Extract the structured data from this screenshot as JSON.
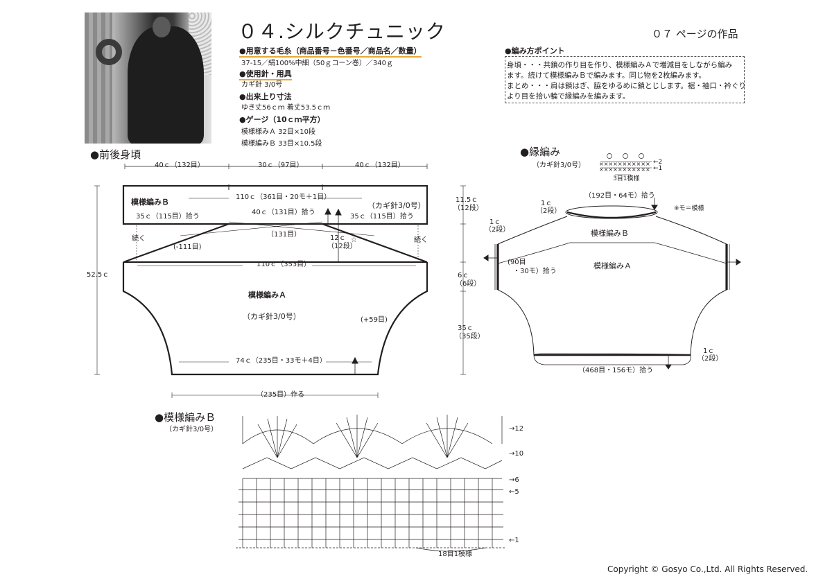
{
  "header": {
    "title": "０４.シルクチュニック",
    "page_ref": "０７ ページの作品"
  },
  "materials": {
    "yarn_heading": "●用意する毛糸（商品番号－色番号／商品名／数量）",
    "yarn_value": "37-15／絹100%中細（50ｇコーン巻）／340ｇ",
    "needle_heading": "●使用針・用具",
    "needle_value": "カギ針 3/0号",
    "size_heading": "●出来上り寸法",
    "size_value": "ゆき丈56ｃｍ 着丈53.5ｃｍ",
    "gauge_heading": "●ゲージ（10ｃｍ平方）",
    "gauge_a": "模様様みＡ 32目×10段",
    "gauge_b": "模様編みＢ 33目×10.5段"
  },
  "method": {
    "heading": "●編み方ポイント",
    "lines": [
      "身頃・・・共鎖の作り目を作り、模様編みＡで増減目をしながら編み",
      "ます。続けて模様編みＢで編みます。同じ物を2枚編みます。",
      "まとめ・・・肩は鎖はぎ、脇をゆるめに鎖とじします。裾・袖口・衿ぐり",
      "より目を拾い輪で縁編みを編みます。"
    ]
  },
  "body_diagram": {
    "heading": "●前後身頃",
    "top_left": "40ｃ（132目）",
    "top_mid": "30ｃ（97目）",
    "top_right": "40ｃ（132目）",
    "patB": "模様編みＢ",
    "width_top": "110ｃ（361目・20モ＋1目）",
    "hook_b": "（カギ針3/0号）",
    "pick_left": "35ｃ（115目）拾う",
    "pick_mid": "40ｃ（131目）拾う",
    "pick_right": "35ｃ（115目）拾う",
    "cont_left": "続く",
    "cont_right": "続く",
    "dec": "(-111目)",
    "center131": "（131目）",
    "h12": "12ｃ",
    "h12r": "（12段）",
    "star": "☆",
    "width_mid": "110ｃ（353目）",
    "patA": "模様編みＡ",
    "hook_a": "（カギ針3/0号）",
    "inc": "(+59目)",
    "width_bottom": "74ｃ（235目・33モ＋4目）",
    "cast_on": "（235目）作る",
    "left_height": "52.5ｃ",
    "r1": "11.5ｃ",
    "r1r": "（12段）",
    "r2": "6ｃ",
    "r2r": "（6段）",
    "r3": "35ｃ",
    "r3r": "（35段）"
  },
  "edge_diagram": {
    "heading": "●縁編み",
    "hook": "（カギ針3/0号）",
    "row2": "←2",
    "row1": "←1",
    "rep": "3目1模様",
    "neck_pick": "（192目・64モ）拾う",
    "neck_1c": "1ｃ",
    "neck_2r": "（2段）",
    "note": "※モ＝模様",
    "sl_1c": "1ｃ",
    "sl_2r": "（2段）",
    "patB": "模様編みＢ",
    "patA": "模様編みＡ",
    "sleeve_pick1": "(90目",
    "sleeve_pick2": "・30モ）拾う",
    "hem_1c": "1ｃ",
    "hem_2r": "（2段）",
    "hem_pick": "（468目・156モ）拾う"
  },
  "chart_b": {
    "heading": "●模様編みＢ",
    "hook": "（カギ針3/0号）",
    "row12": "→12",
    "row10": "→10",
    "row6": "→6",
    "row5": "←5",
    "row1": "←1",
    "rep": "18目1模様"
  },
  "footer": {
    "copyright": "Copyright © Gosyo Co.,Ltd. All Rights Reserved."
  }
}
